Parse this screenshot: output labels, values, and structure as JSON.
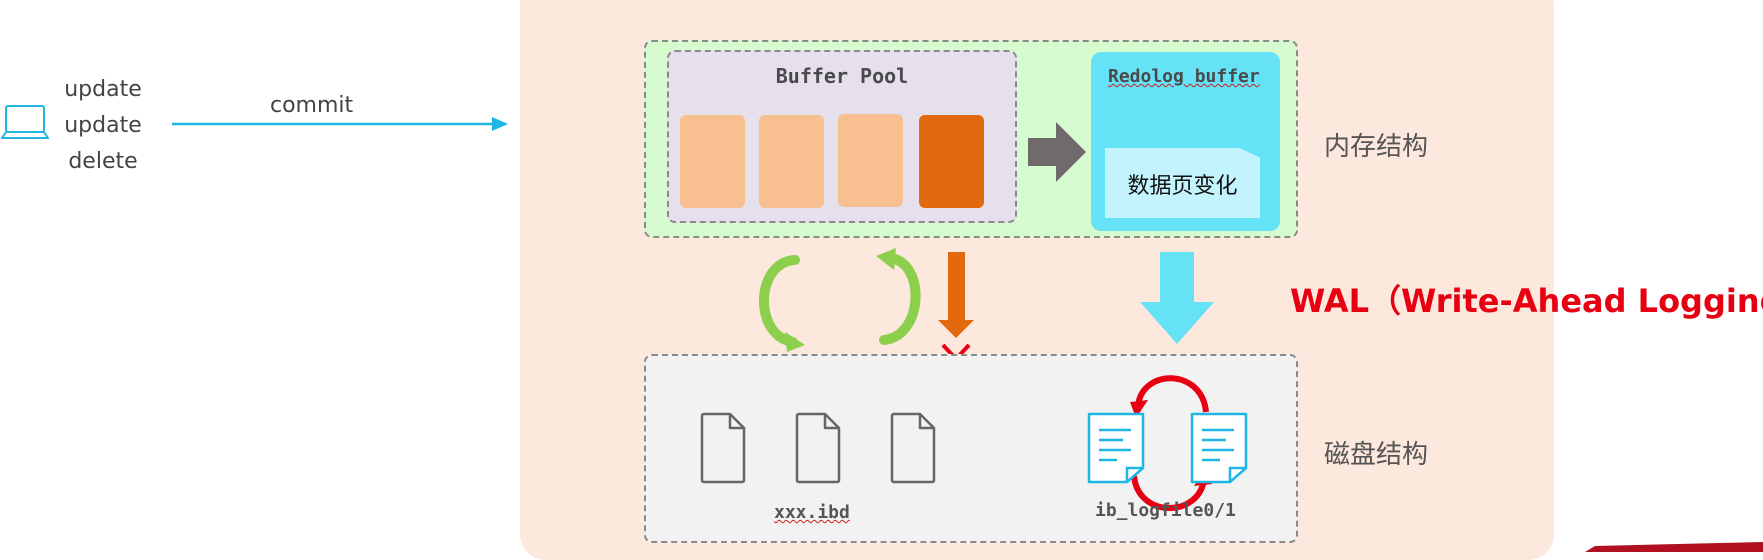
{
  "client": {
    "icon": "laptop-icon",
    "operations": [
      "update",
      "update",
      "delete"
    ]
  },
  "commit_label": "commit",
  "memory": {
    "label": "内存结构",
    "buffer_pool_title": "Buffer Pool",
    "redolog_buffer_title": "Redolog buffer",
    "page_change_label": "数据页变化"
  },
  "disk": {
    "label": "磁盘结构",
    "ibd_label": "xxx.ibd",
    "logfile_label": "ib_logfile0/1"
  },
  "wal_label": "WAL（Write-Ahead Logging）",
  "colors": {
    "peach_background": "#fce8dc",
    "memory_area": "#d5fbce",
    "buffer_pool": "#e6e0ec",
    "page_light": "#f8bf90",
    "page_dirty": "#e3690e",
    "redolog_buffer": "#66e2f7",
    "disk_area": "#f2f2f2",
    "wal_red": "#e60012",
    "arrow_blue": "#1fb6e6",
    "arrow_green": "#8ccf4d"
  }
}
